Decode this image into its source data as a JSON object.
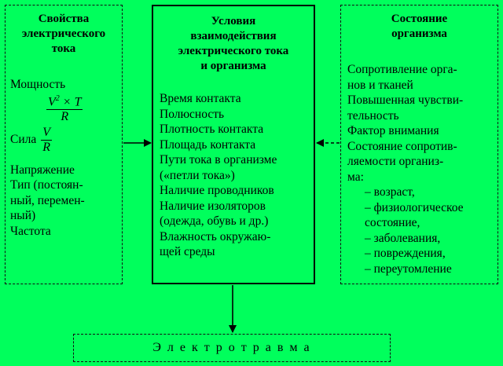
{
  "left": {
    "title": "Свойства\nэлектрического\nтока",
    "power_label": "Мощность",
    "power_num_base": "V",
    "power_num_exp": "2",
    "power_num_rest": " × T",
    "power_den": "R",
    "force_label": "Сила",
    "force_num": "V",
    "force_den": "R",
    "items": [
      "Напряжение",
      "Тип (постоян-\n  ный, перемен-\n  ный)",
      "Частота"
    ]
  },
  "center": {
    "title": "Условия\nвзаимодействия\nэлектрического тока\nи организма",
    "items": [
      "Время контакта",
      "Полюсность",
      "Плотность контакта",
      "Площадь контакта",
      "Пути тока в организме\n  («петли тока»)",
      "Наличие проводников",
      "Наличие изоляторов\n  (одежда, обувь и др.)",
      "Влажность окружаю-\n  щей среды"
    ]
  },
  "right": {
    "title": "Состояние\nорганизма",
    "items": [
      "Сопротивление орга-\nнов и тканей",
      "Повышенная чувстви-\nтельность",
      "Фактор внимания",
      "Состояние сопротив-\n  ляемости организ-\n  ма:"
    ],
    "subitems": [
      "– возраст,",
      "– физиологическое\n   состояние,",
      "– заболевания,",
      "– повреждения,",
      "– переутомление"
    ]
  },
  "bottom": {
    "label": "Э л е к т р о т р а в м а"
  }
}
